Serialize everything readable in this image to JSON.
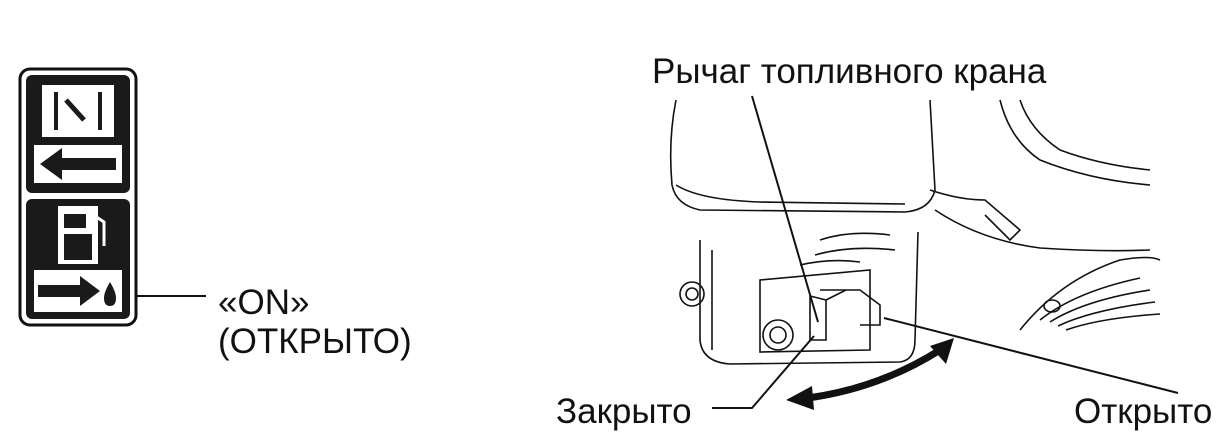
{
  "labels": {
    "fuel_lever": "Рычаг топливного крана",
    "on": "«ON»",
    "on_sub": "(ОТКРЫТО)",
    "closed": "Закрыто",
    "open": "Открыто"
  },
  "icons": {
    "decal_top_symbol": "fuel-valve-off-icon",
    "decal_left_arrow": "arrow-left-icon",
    "decal_pump_symbol": "fuel-pump-icon",
    "decal_right_arrow": "arrow-right-icon",
    "decal_drop": "fuel-drop-icon"
  },
  "colors": {
    "ink": "#111111",
    "background": "#ffffff"
  }
}
